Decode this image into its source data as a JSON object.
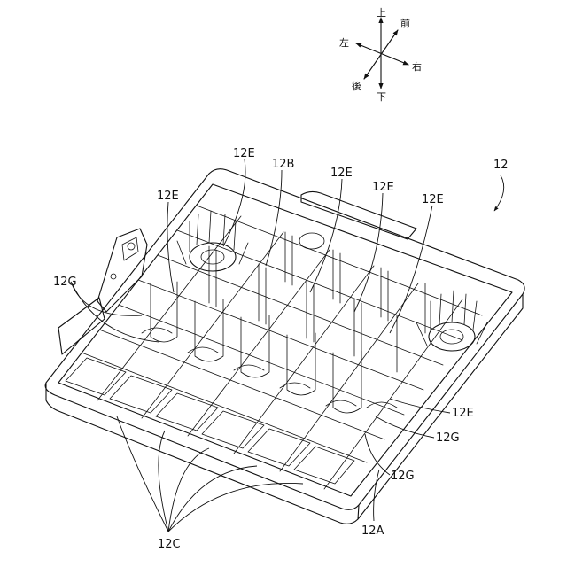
{
  "figure": {
    "ref_main": "12",
    "labels": {
      "e_top1": "12E",
      "b": "12B",
      "e_top2": "12E",
      "e_top3": "12E",
      "e_top4": "12E",
      "e_left": "12E",
      "g_left": "12G",
      "e_right": "12E",
      "g_right1": "12G",
      "g_right2": "12G",
      "a": "12A",
      "c": "12C"
    },
    "directions": {
      "up": "上",
      "down": "下",
      "front": "前",
      "back": "後",
      "left": "左",
      "right": "右"
    }
  }
}
